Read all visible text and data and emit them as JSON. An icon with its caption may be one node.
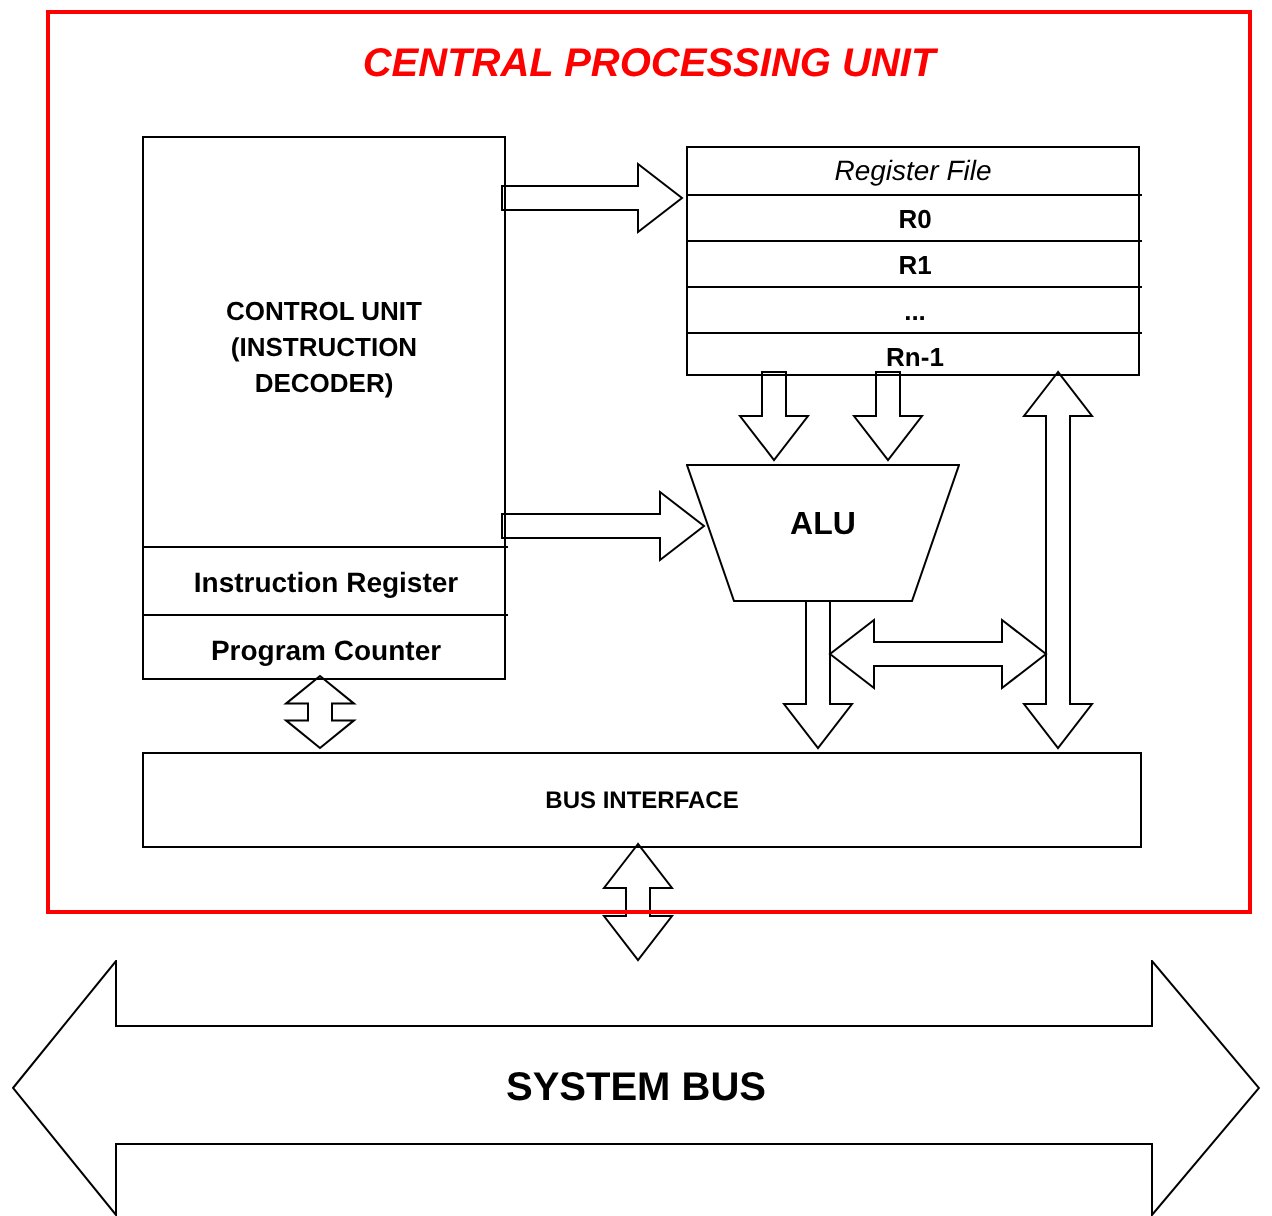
{
  "diagram": {
    "nodes": [
      {
        "text": [
          "CENTRAL PROCESSING UNIT"
        ]
      },
      {
        "text": [
          "CONTROL UNIT (INSTRUCTION DECODER)"
        ],
        "in": 0
      },
      {
        "text": [
          "Instruction Register"
        ],
        "in": 1
      },
      {
        "text": [
          "Program Counter"
        ],
        "in": 1
      },
      {
        "text": [
          "Register File"
        ],
        "in": 0
      },
      {
        "text": [
          "R0"
        ],
        "in": 4
      },
      {
        "text": [
          "R1"
        ],
        "in": 4
      },
      {
        "text": [
          "..."
        ],
        "in": 4
      },
      {
        "text": [
          "Rn-1"
        ],
        "in": 4
      },
      {
        "text": [
          "ALU"
        ],
        "in": 0
      },
      {
        "text": [
          "BUS INTERFACE"
        ],
        "in": 0
      },
      {
        "text": [
          "SYSTEM BUS"
        ]
      }
    ],
    "edges": [
      {
        "from": 1,
        "to": 4,
        "arrow": "to"
      },
      {
        "from": 4,
        "to": 9,
        "arrow": "to"
      },
      {
        "from": 4,
        "to": 9,
        "arrow": "to"
      },
      {
        "from": 1,
        "to": 9,
        "arrow": "to"
      },
      {
        "from": 4,
        "to": 10,
        "arrow": "both"
      },
      {
        "from": 9,
        "to": 10,
        "arrow": "to"
      },
      {
        "from": 3,
        "to": 10,
        "arrow": "both"
      },
      {
        "from": 10,
        "to": 11,
        "arrow": "both"
      },
      {
        "from": 9,
        "to": null,
        "arrow": "both"
      }
    ]
  }
}
